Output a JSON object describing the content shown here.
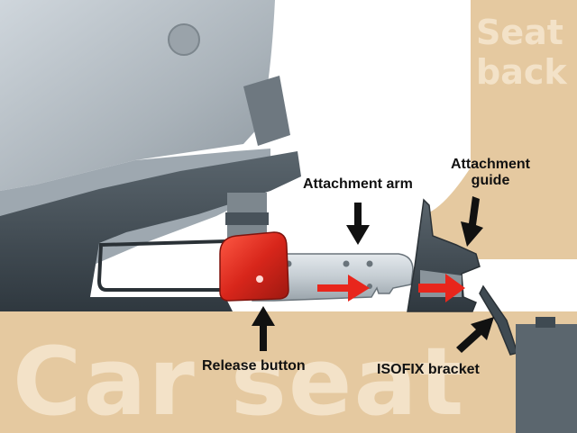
{
  "labels": {
    "seat_back_line1": "Seat",
    "seat_back_line2": "back",
    "car_seat": "Car seat",
    "attachment_arm": "Attachment arm",
    "attachment_guide_line1": "Attachment",
    "attachment_guide_line2": "guide",
    "release_button": "Release button",
    "isofix_bracket": "ISOFIX bracket"
  },
  "colors": {
    "cushion": "#e5c9a0",
    "cushion_text": "#f3e2c8",
    "shell_dark": "#3f4a52",
    "shell_light": "#b7c0c7",
    "metal": "#c9d0d6",
    "release_red": "#d8261b",
    "arrow_red": "#e8261c",
    "callout_arrow": "#111111"
  }
}
